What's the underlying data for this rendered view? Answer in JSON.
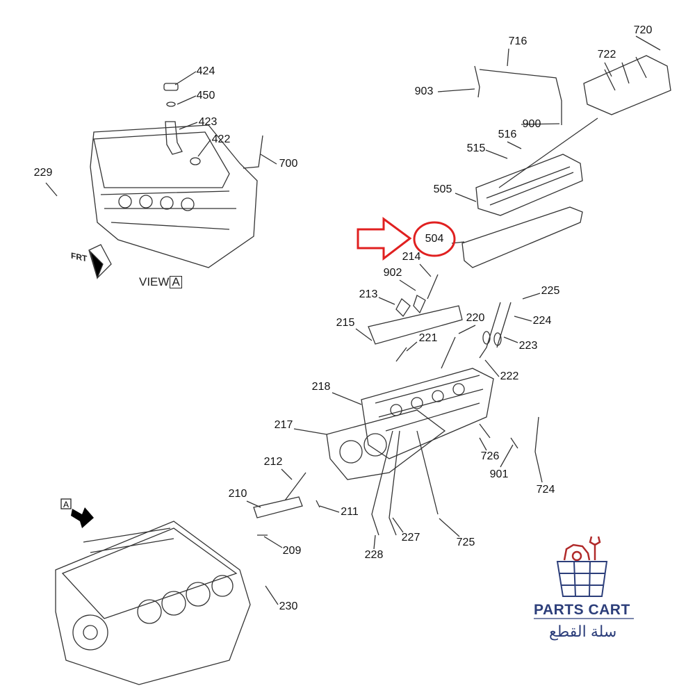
{
  "diagram": {
    "view_label": "VIEW",
    "view_marker": "A",
    "front_marker": "FRT",
    "callout_highlight": "504",
    "labels": {
      "l424": "424",
      "l450": "450",
      "l423": "423",
      "l422": "422",
      "l700": "700",
      "l229": "229",
      "l716": "716",
      "l720": "720",
      "l722": "722",
      "l903": "903",
      "l900": "900",
      "l516": "516",
      "l515": "515",
      "l505": "505",
      "l504": "504",
      "l214": "214",
      "l902": "902",
      "l225": "225",
      "l213": "213",
      "l224": "224",
      "l220": "220",
      "l215": "215",
      "l221": "221",
      "l223": "223",
      "l222": "222",
      "l218": "218",
      "l217": "217",
      "l726": "726",
      "l901": "901",
      "l724": "724",
      "l212": "212",
      "l210": "210",
      "l211": "211",
      "l209": "209",
      "l227": "227",
      "l725": "725",
      "l228": "228",
      "l230": "230"
    }
  },
  "logo": {
    "name_en": "PARTS CART",
    "name_ar": "سلة القطع"
  },
  "colors": {
    "highlight": "#e02020",
    "brand_blue": "#2c3e7a",
    "brand_red": "#b02a2a"
  }
}
